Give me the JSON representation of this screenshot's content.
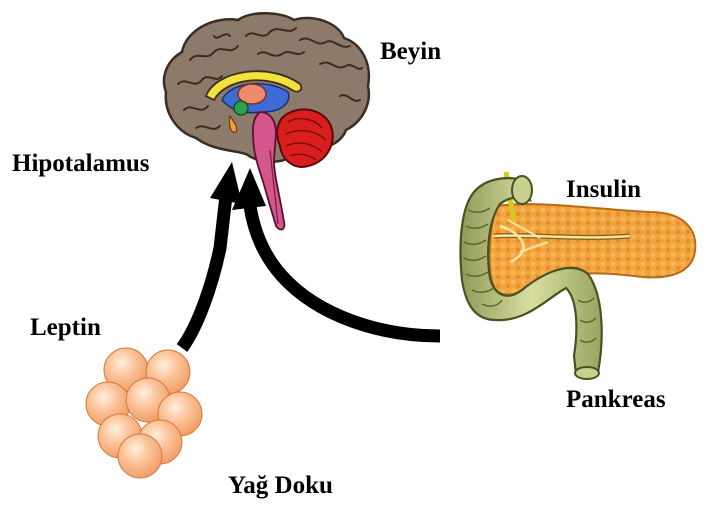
{
  "labels": {
    "brain": "Beyin",
    "hypothalamus": "Hipotalamus",
    "insulin": "Insulin",
    "leptin": "Leptin",
    "pancreas": "Pankreas",
    "adipose": "Yağ Doku"
  },
  "colors": {
    "arrow": "#000000",
    "brain_cortex": "#8c7b6a",
    "cerebellum": "#d91e1e",
    "brainstem": "#d4568c",
    "pancreas_body": "#f0a040",
    "duodenum": "#b8c07c",
    "fat_cells": "#f8b080"
  },
  "icons": [
    "brain-illustration",
    "pancreas-illustration",
    "fat-cells-illustration"
  ]
}
